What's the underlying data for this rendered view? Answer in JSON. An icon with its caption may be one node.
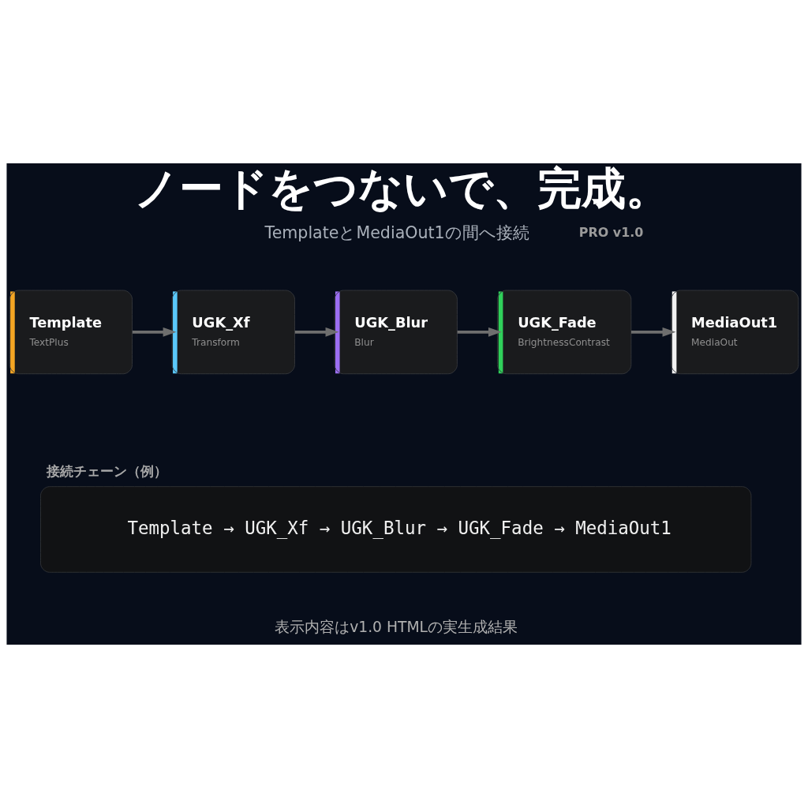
{
  "diagram": {
    "title": "ノードをつないで、完成。",
    "nodes": [
      {
        "text": [
          "Template",
          "TextPlus"
        ]
      },
      {
        "text": [
          "UGK_Xf",
          "Transform"
        ]
      },
      {
        "text": [
          "UGK_Blur",
          "Blur"
        ]
      },
      {
        "text": [
          "UGK_Fade",
          "BrightnessContrast"
        ]
      },
      {
        "text": [
          "MediaOut1",
          "MediaOut"
        ]
      },
      {
        "text": [
          "接続チェーン（例）",
          "Template → UGK_Xf → UGK_Blur → UGK_Fade → MediaOut1"
        ]
      }
    ],
    "edges": [
      {
        "from": 0,
        "to": 1,
        "arrow": "to"
      },
      {
        "from": 1,
        "to": 2,
        "arrow": "to"
      },
      {
        "from": 2,
        "to": 3,
        "arrow": "to"
      },
      {
        "from": 3,
        "to": 4,
        "arrow": "to"
      }
    ],
    "labels": [
      "PRO v1.0",
      "TemplateとMediaOut1の間へ接続",
      "表示内容はv1.0 HTMLの実生成結果"
    ]
  }
}
